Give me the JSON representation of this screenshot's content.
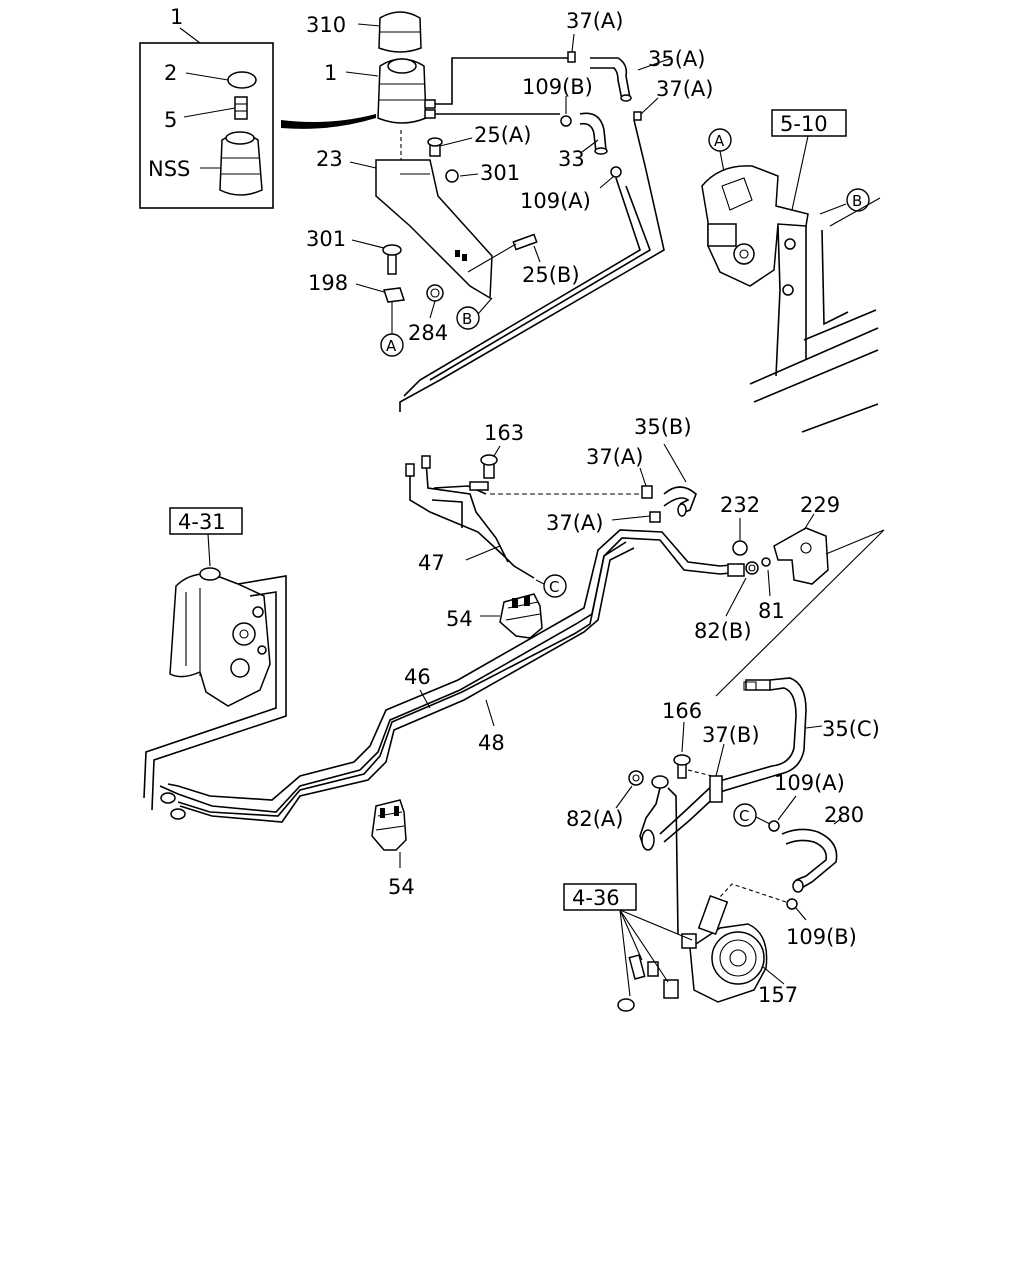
{
  "labels": {
    "l1_top": "1",
    "l310": "310",
    "l37a_top": "37(A)",
    "l35a": "35(A)",
    "l2": "2",
    "l1_res": "1",
    "l109b_top": "109(B)",
    "l37a_2": "37(A)",
    "l5": "5",
    "l25a": "25(A)",
    "lNSS": "NSS",
    "l23": "23",
    "l301_r": "301",
    "l33": "33",
    "l109a_top": "109(A)",
    "l301_l": "301",
    "l25b": "25(B)",
    "l198": "198",
    "l284": "284",
    "l163": "163",
    "l35b": "35(B)",
    "l37a_3": "37(A)",
    "l232": "232",
    "l229": "229",
    "l37a_4": "37(A)",
    "l47": "47",
    "l82b": "82(B)",
    "l81": "81",
    "l54_top": "54",
    "l46": "46",
    "l48": "48",
    "l166": "166",
    "l37b": "37(B)",
    "l35c": "35(C)",
    "l109a_low": "109(A)",
    "l82a": "82(A)",
    "l280": "280",
    "l54_low": "54",
    "l109b_low": "109(B)",
    "l157": "157"
  },
  "refs": {
    "r510": "5-10",
    "r431": "4-31",
    "r436": "4-36"
  },
  "tags": {
    "tA_top": "A",
    "tB_top": "B",
    "tB_mid": "B",
    "tA_mid": "A",
    "tC_mid": "C",
    "tC_low": "C"
  }
}
